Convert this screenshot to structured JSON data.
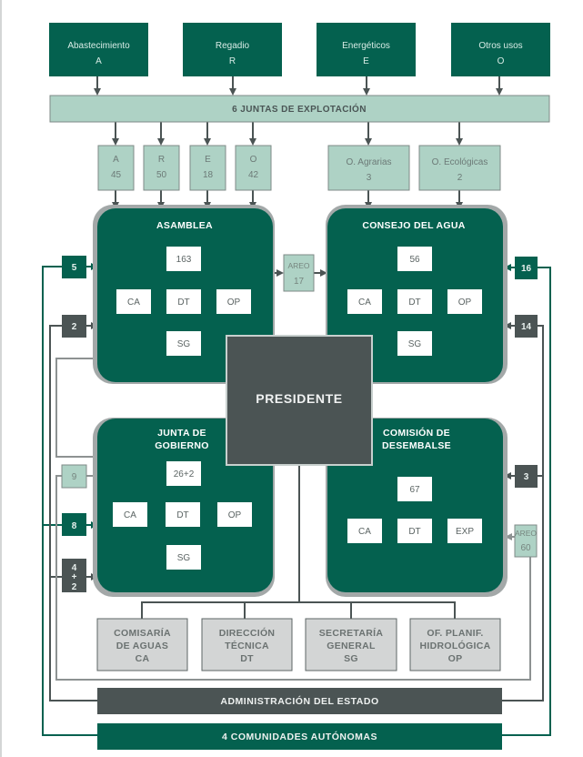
{
  "colors": {
    "primary_green": "#04614f",
    "light_green": "#aed2c5",
    "dark_gray": "#4b5454",
    "light_gray_box": "#d3d5d5",
    "shadow_gray": "#a3a8a8",
    "line_gray": "#8d9292",
    "white": "#ffffff"
  },
  "sources": [
    {
      "name": "Abastecimiento",
      "code": "A"
    },
    {
      "name": "Regadio",
      "code": "R"
    },
    {
      "name": "Energéticos",
      "code": "E"
    },
    {
      "name": "Otros usos",
      "code": "O"
    }
  ],
  "juntas_bar": "6 JUNTAS DE EXPLOTACIÓN",
  "user_groups": [
    {
      "code": "A",
      "count": "45"
    },
    {
      "code": "R",
      "count": "50"
    },
    {
      "code": "E",
      "count": "18"
    },
    {
      "code": "O",
      "count": "42"
    }
  ],
  "organizations": [
    {
      "name": "O. Agrarias",
      "count": "3"
    },
    {
      "name": "O. Ecológicas",
      "count": "2"
    }
  ],
  "asamblea": {
    "title": "ASAMBLEA",
    "total": "163",
    "units": [
      "CA",
      "DT",
      "OP",
      "SG"
    ]
  },
  "consejo": {
    "title": "CONSEJO DEL AGUA",
    "total": "56",
    "units": [
      "CA",
      "DT",
      "OP",
      "SG"
    ]
  },
  "junta_gobierno": {
    "title_line1": "JUNTA DE",
    "title_line2": "GOBIERNO",
    "total": "26+2",
    "units": [
      "CA",
      "DT",
      "OP",
      "SG"
    ]
  },
  "comision": {
    "title_line1": "COMISIÓN DE",
    "title_line2": "DESEMBALSE",
    "total": "67",
    "units": [
      "CA",
      "DT",
      "EXP"
    ]
  },
  "areo_top": {
    "label": "AREO",
    "count": "17"
  },
  "areo_right": {
    "label": "AREO",
    "count": "60"
  },
  "presidente": "PRESIDENTE",
  "badges": {
    "asamblea_ccaa": "5",
    "asamblea_estado": "2",
    "consejo_ccaa": "16",
    "consejo_estado": "14",
    "junta_loop": "9",
    "junta_ccaa": "8",
    "junta_estado_1": "4",
    "junta_estado_plus": "+",
    "junta_estado_2": "2",
    "comision_estado": "3"
  },
  "departments": [
    {
      "line1": "COMISARÍA",
      "line2": "DE AGUAS",
      "line3": "CA"
    },
    {
      "line1": "DIRECCIÓN",
      "line2": "TÉCNICA",
      "line3": "DT"
    },
    {
      "line1": "SECRETARÍA",
      "line2": "GENERAL",
      "line3": "SG"
    },
    {
      "line1": "OF. PLANIF.",
      "line2": "HIDROLÓGICA",
      "line3": "OP"
    }
  ],
  "admin_bar": "ADMINISTRACIÓN DEL ESTADO",
  "ccaa_bar": "4 COMUNIDADES AUTÓNOMAS"
}
